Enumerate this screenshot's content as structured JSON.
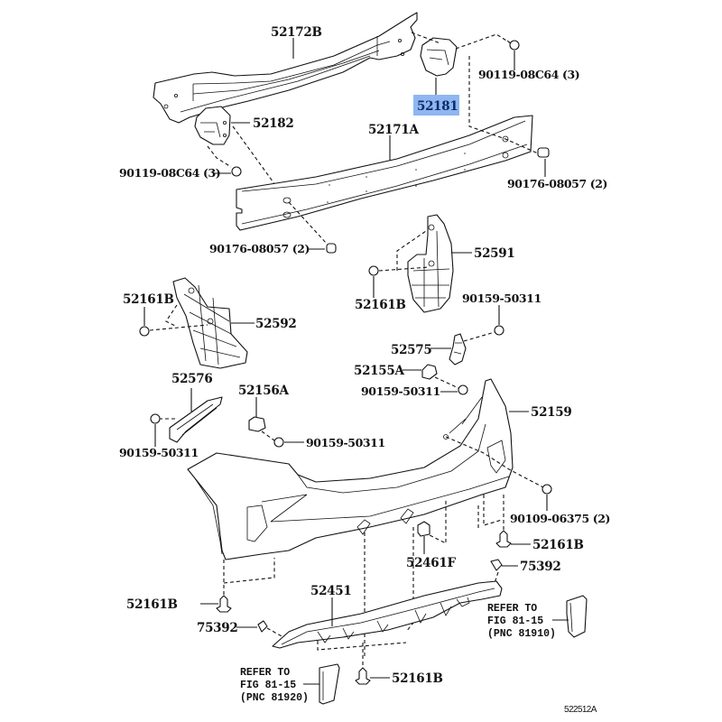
{
  "diagram": {
    "title": "Rear Bumper Parts Diagram",
    "figure_code": "522512A",
    "highlighted_part": "52181",
    "highlight_color": "#8fb6f0",
    "parts": {
      "reinforcement_upper": "52172B",
      "retainer_right": "52181",
      "retainer_left": "52182",
      "bolt_top_right": "90119-08C64 (3)",
      "bolt_top_left": "90119-08C64 (3)",
      "absorber": "52171A",
      "nut_right": "90176-08057 (2)",
      "nut_left": "90176-08057 (2)",
      "side_support_right": "52591",
      "clip_right_support": "52161B",
      "side_support_left": "52592",
      "clip_left_support": "52161B",
      "screw_52575": "90159-50311",
      "bracket_right": "52575",
      "spacer_right": "52155A",
      "screw_52155": "90159-50311",
      "bracket_left": "52576",
      "screw_52576": "90159-50311",
      "spacer_left": "52156A",
      "screw_52156": "90159-50311",
      "bumper_cover": "52159",
      "bolt_cover": "90109-06375 (2)",
      "clip_cover_right": "52161B",
      "retainer_52461F": "52461F",
      "clip_75392_right": "75392",
      "clip_cover_left": "52161B",
      "lower_spoiler": "52451",
      "clip_75392_left": "75392",
      "clip_spoiler_bottom": "52161B"
    },
    "references": {
      "right_reflector": {
        "line1": "REFER TO",
        "line2": "FIG 81-15",
        "line3": "(PNC 81910)"
      },
      "left_reflector": {
        "line1": "REFER TO",
        "line2": "FIG 81-15",
        "line3": "(PNC 81920)"
      }
    }
  }
}
